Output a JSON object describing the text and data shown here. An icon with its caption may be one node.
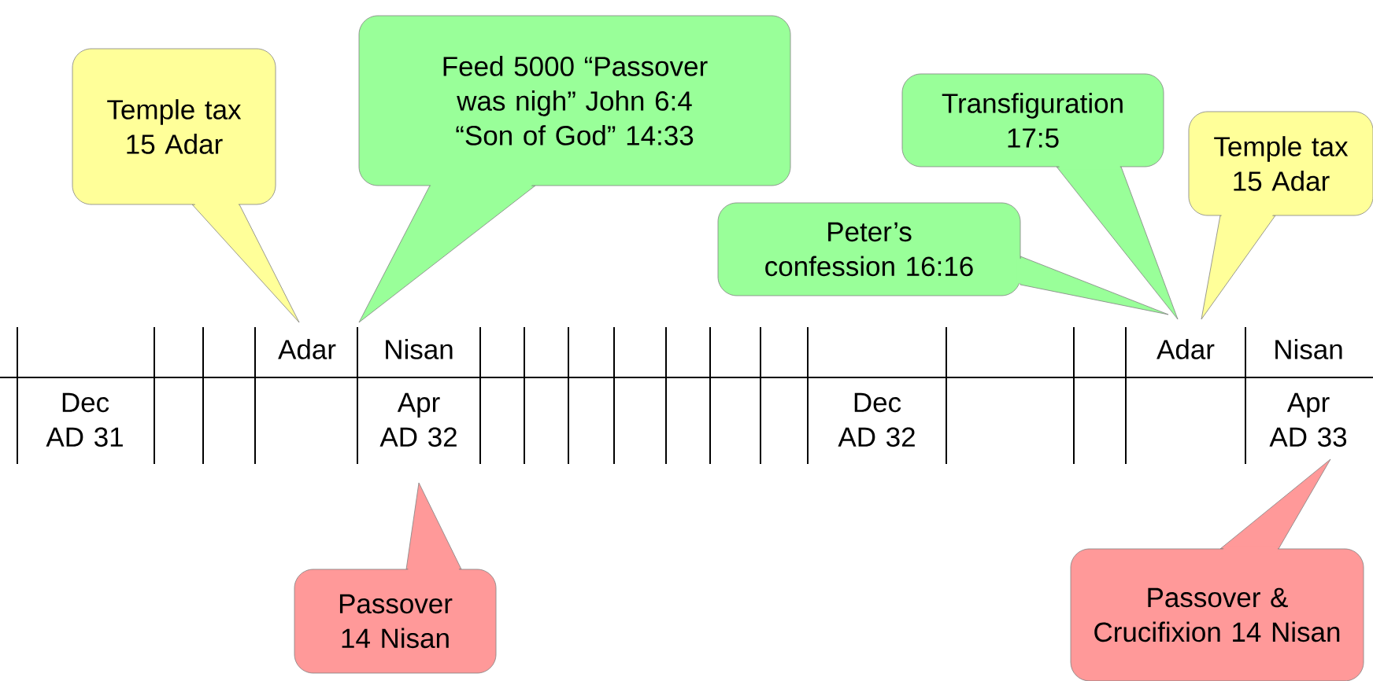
{
  "diagram": {
    "nodes": [
      {
        "text": [
          "Temple tax 15 Adar"
        ]
      },
      {
        "text": [
          "Feed 5000 “Passover was nigh” John 6:4 “Son of God” 14:33"
        ]
      },
      {
        "text": [
          "Peter’s confession 16:16"
        ]
      },
      {
        "text": [
          "Transfiguration 17:5"
        ]
      },
      {
        "text": [
          "Temple tax 15 Adar"
        ]
      },
      {
        "text": [
          "Passover 14 Nisan"
        ]
      },
      {
        "text": [
          "Passover & Crucifixion 14 Nisan"
        ]
      }
    ],
    "labels": [
      "Adar",
      "Nisan",
      "Adar",
      "Nisan",
      "Dec AD 31",
      "Apr AD 32",
      "Dec AD 32",
      "Apr AD 33"
    ]
  }
}
